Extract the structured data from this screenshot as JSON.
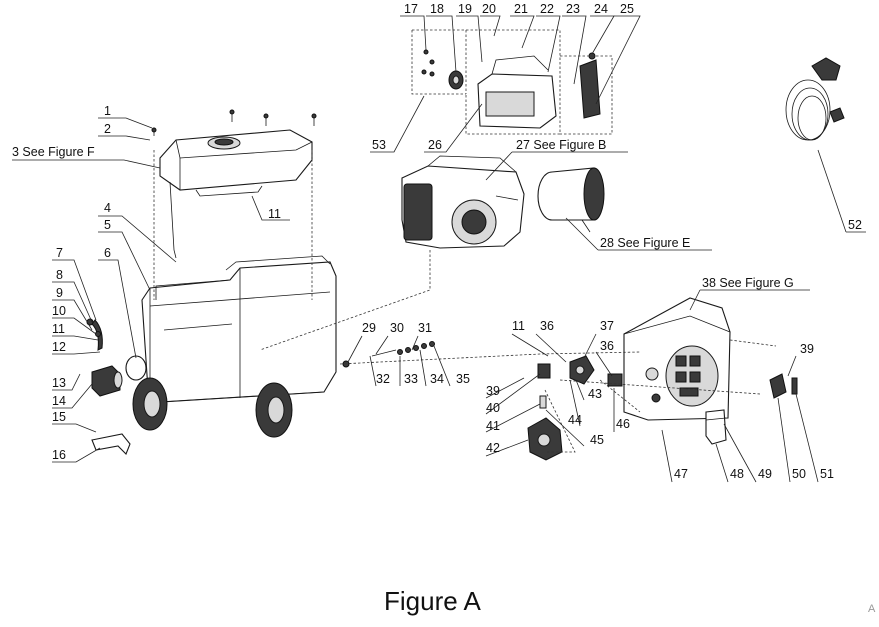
{
  "figure_caption": "Figure A",
  "corner_mark": "A",
  "callouts": [
    {
      "id": "c1",
      "text": "1"
    },
    {
      "id": "c2",
      "text": "2"
    },
    {
      "id": "c3",
      "text": "3 See Figure F"
    },
    {
      "id": "c4",
      "text": "4"
    },
    {
      "id": "c5",
      "text": "5"
    },
    {
      "id": "c6",
      "text": "6"
    },
    {
      "id": "c7",
      "text": "7"
    },
    {
      "id": "c8",
      "text": "8"
    },
    {
      "id": "c9",
      "text": "9"
    },
    {
      "id": "c10",
      "text": "10"
    },
    {
      "id": "c11a",
      "text": "11"
    },
    {
      "id": "c11b",
      "text": "11"
    },
    {
      "id": "c11c",
      "text": "11"
    },
    {
      "id": "c12",
      "text": "12"
    },
    {
      "id": "c13",
      "text": "13"
    },
    {
      "id": "c14",
      "text": "14"
    },
    {
      "id": "c15",
      "text": "15"
    },
    {
      "id": "c16",
      "text": "16"
    },
    {
      "id": "c17",
      "text": "17"
    },
    {
      "id": "c18",
      "text": "18"
    },
    {
      "id": "c19",
      "text": "19"
    },
    {
      "id": "c20",
      "text": "20"
    },
    {
      "id": "c21",
      "text": "21"
    },
    {
      "id": "c22",
      "text": "22"
    },
    {
      "id": "c23",
      "text": "23"
    },
    {
      "id": "c24",
      "text": "24"
    },
    {
      "id": "c25",
      "text": "25"
    },
    {
      "id": "c26",
      "text": "26"
    },
    {
      "id": "c27",
      "text": "27  See Figure B"
    },
    {
      "id": "c28",
      "text": "28  See Figure E"
    },
    {
      "id": "c29",
      "text": "29"
    },
    {
      "id": "c30",
      "text": "30"
    },
    {
      "id": "c31",
      "text": "31"
    },
    {
      "id": "c32",
      "text": "32"
    },
    {
      "id": "c33",
      "text": "33"
    },
    {
      "id": "c34",
      "text": "34"
    },
    {
      "id": "c35",
      "text": "35"
    },
    {
      "id": "c36a",
      "text": "36"
    },
    {
      "id": "c36b",
      "text": "36"
    },
    {
      "id": "c37",
      "text": "37"
    },
    {
      "id": "c38",
      "text": "38 See Figure G"
    },
    {
      "id": "c39a",
      "text": "39"
    },
    {
      "id": "c39b",
      "text": "39"
    },
    {
      "id": "c40",
      "text": "40"
    },
    {
      "id": "c41",
      "text": "41"
    },
    {
      "id": "c42",
      "text": "42"
    },
    {
      "id": "c43",
      "text": "43"
    },
    {
      "id": "c44",
      "text": "44"
    },
    {
      "id": "c45",
      "text": "45"
    },
    {
      "id": "c46",
      "text": "46"
    },
    {
      "id": "c47",
      "text": "47"
    },
    {
      "id": "c48",
      "text": "48"
    },
    {
      "id": "c49",
      "text": "49"
    },
    {
      "id": "c50",
      "text": "50"
    },
    {
      "id": "c51",
      "text": "51"
    },
    {
      "id": "c52",
      "text": "52"
    },
    {
      "id": "c53",
      "text": "53"
    }
  ]
}
